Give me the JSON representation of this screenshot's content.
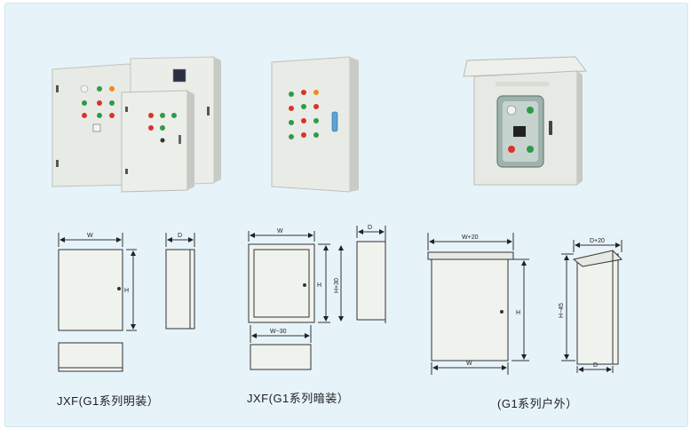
{
  "captions": {
    "surface_mount": "JXF(G1系列明装）",
    "flush_mount": "JXF(G1系列暗装）",
    "outdoor": "(G1系列户外）"
  },
  "dimension_labels": {
    "surface": {
      "width": "W",
      "depth": "D",
      "height": "H"
    },
    "flush": {
      "width": "W",
      "depth": "D",
      "height": "H",
      "height_outer": "H+30",
      "width_inner": "W−30"
    },
    "outdoor": {
      "width_top": "W+20",
      "width": "W",
      "depth_top": "D+20",
      "depth": "D",
      "height": "H",
      "height_outer": "H−45"
    }
  },
  "colors": {
    "panel_background": "#e6f3f9",
    "cabinet_body": "#e9ebe6",
    "indicator_red": "#d8342a",
    "indicator_green": "#2f9a4b",
    "indicator_orange": "#f08a1c"
  }
}
